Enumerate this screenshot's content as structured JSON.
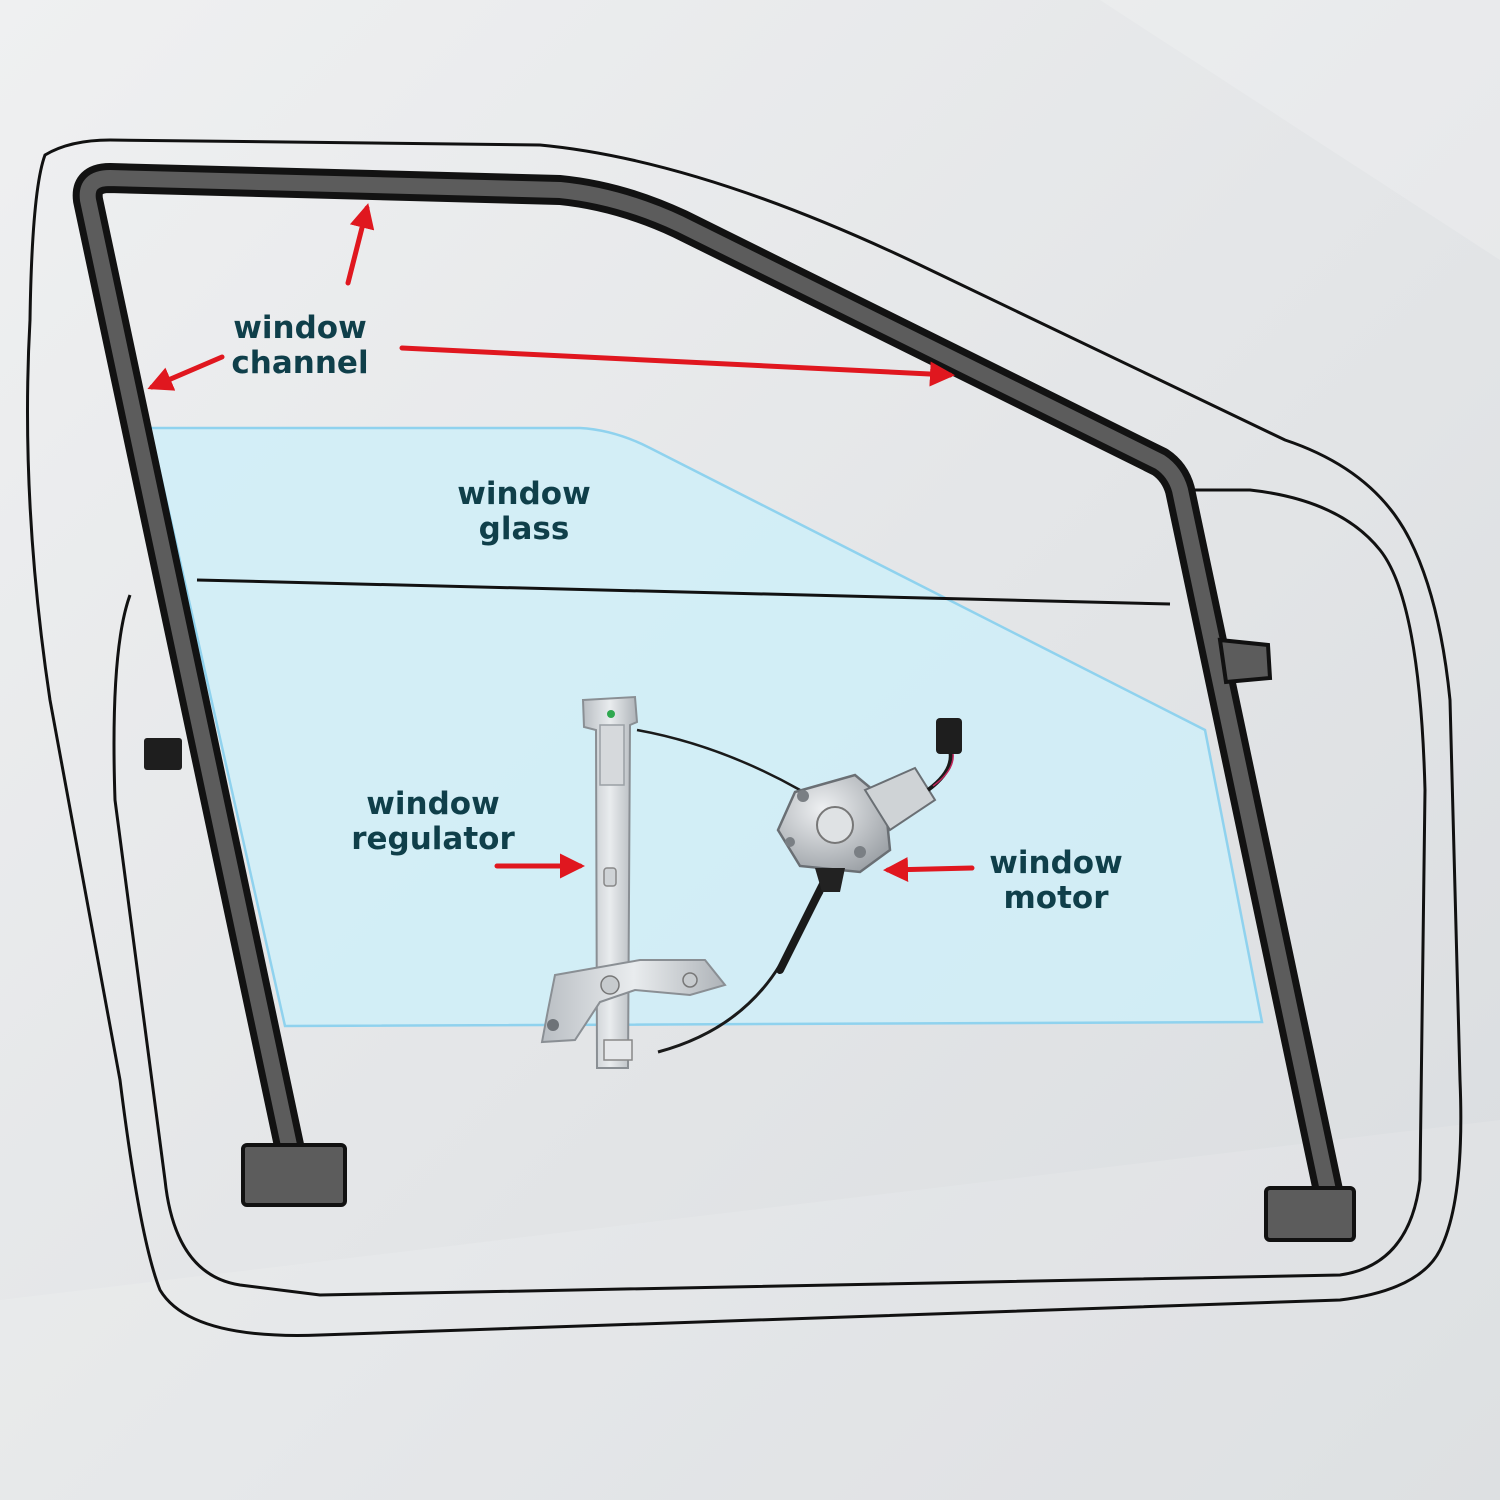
{
  "palette": {
    "label_color": "#0f3f4a",
    "arrow_color": "#e0171f",
    "glass_fill": "#cfeef8",
    "glass_edge": "#8fd2ee",
    "channel_color": "#5c5c5c",
    "outline_color": "#111111"
  },
  "labels": {
    "channel": {
      "line1": "window",
      "line2": "channel"
    },
    "glass": {
      "line1": "window",
      "line2": "glass"
    },
    "regulator": {
      "line1": "window",
      "line2": "regulator"
    },
    "motor": {
      "line1": "window",
      "line2": "motor"
    }
  },
  "icons": {
    "door": "car-door-outline-icon",
    "regulator": "window-regulator-icon",
    "motor": "window-motor-icon",
    "arrow": "red-arrow-icon"
  }
}
